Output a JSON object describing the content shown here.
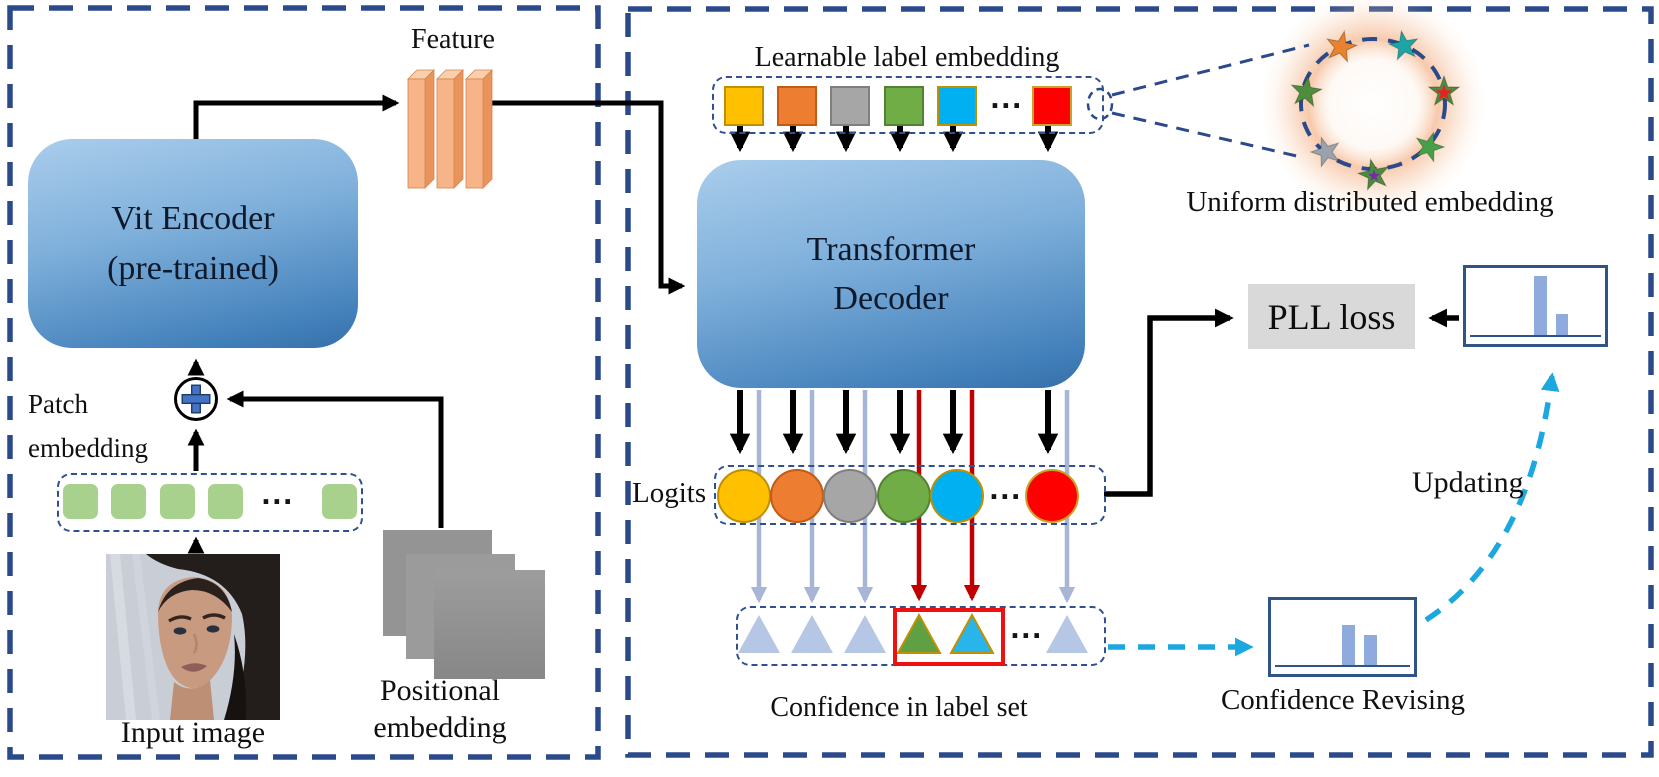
{
  "figure": {
    "left_panel": {
      "feature_label": "Feature",
      "encoder_line1": "Vit Encoder",
      "encoder_line2": "(pre-trained)",
      "patch_line1": "Patch",
      "patch_line2": "embedding",
      "input_image_label": "Input image",
      "positional_line1": "Positional",
      "positional_line2": "embedding"
    },
    "right_panel": {
      "label_embedding_title": "Learnable label embedding",
      "decoder_line1": "Transformer",
      "decoder_line2": "Decoder",
      "uniform_label": "Uniform distributed embedding",
      "pll_loss": "PLL loss",
      "logits_label": "Logits",
      "confidence_set_label": "Confidence in label set",
      "updating_label": "Updating",
      "confidence_revising_label": "Confidence Revising"
    },
    "ellipsis": "...",
    "charts": {
      "pll_input": {
        "type": "bar",
        "bars": [
          0.95,
          0.34
        ]
      },
      "confidence_revised": {
        "type": "bar",
        "bars": [
          0.67,
          0.5
        ]
      }
    },
    "colors": {
      "panel_border": "#2b4a8b",
      "block_fill_top": "#aacdec",
      "block_fill_bottom": "#376fa8",
      "class_colors": [
        "#FFC000",
        "#ED7D31",
        "#A6A6A6",
        "#70AD47",
        "#00B0F0",
        "#FF0000"
      ],
      "class_border_colors": [
        "#BF9000",
        "#C55A11",
        "#7F7F7F",
        "#548235",
        "#BF9000",
        "#C9A227"
      ],
      "pass_line_gray": "#a6b6d4",
      "pass_line_red": "#c00000",
      "confidence_triangle_inactive": "#b6c7e6",
      "candidate_green": "#5fa045",
      "candidate_cyan": "#29b5ea",
      "cyan_arrow": "#1ba8e0",
      "chart_bar": "#8faadc",
      "chart_border": "#2e5585",
      "pll_box_bg": "#d9d9d9",
      "feature_slab": "#f6b488",
      "patch_square": "#a9d18e",
      "positional_square": "#969696",
      "highlight_red_box": "#ee1111",
      "star_colors": [
        "#e8822c",
        "#1ca5a5",
        "#4e8d3c",
        "#46a049",
        "#4c8c3f",
        "#9aa3ad",
        "#4e8d3c"
      ]
    }
  }
}
